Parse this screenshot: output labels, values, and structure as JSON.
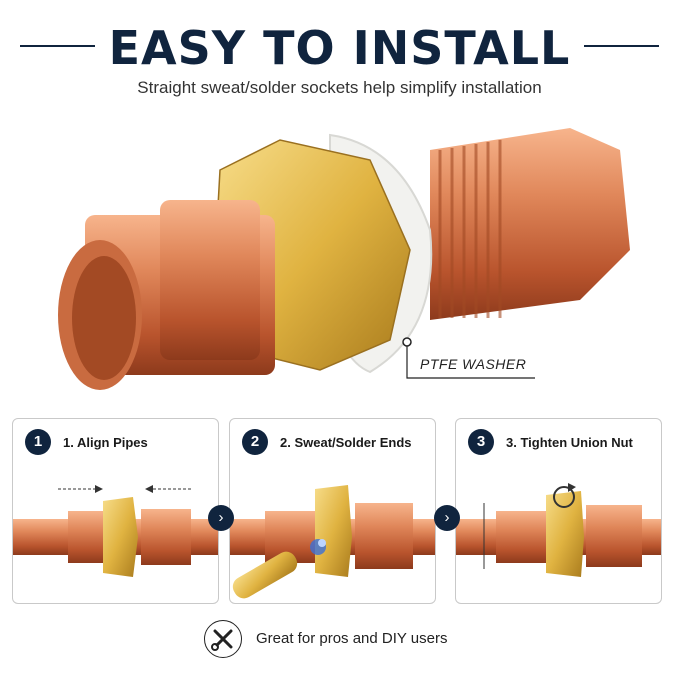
{
  "header": {
    "title": "EASY TO INSTALL",
    "subtitle": "Straight sweat/solder sockets help simplify installation"
  },
  "hero": {
    "washer_label": "PTFE WASHER"
  },
  "steps": [
    {
      "number": "1",
      "label": "1. Align Pipes"
    },
    {
      "number": "2",
      "label": "2. Sweat/Solder Ends"
    },
    {
      "number": "3",
      "label": "3. Tighten Union Nut"
    }
  ],
  "arrows": [
    "chevron-right-icon",
    "chevron-right-icon"
  ],
  "footer": {
    "icon": "wrench-screwdriver-icon",
    "text": "Great for pros and DIY users"
  },
  "colors": {
    "navy": "#10243e",
    "copper": "#d77a4e",
    "brass": "#e0b341"
  }
}
